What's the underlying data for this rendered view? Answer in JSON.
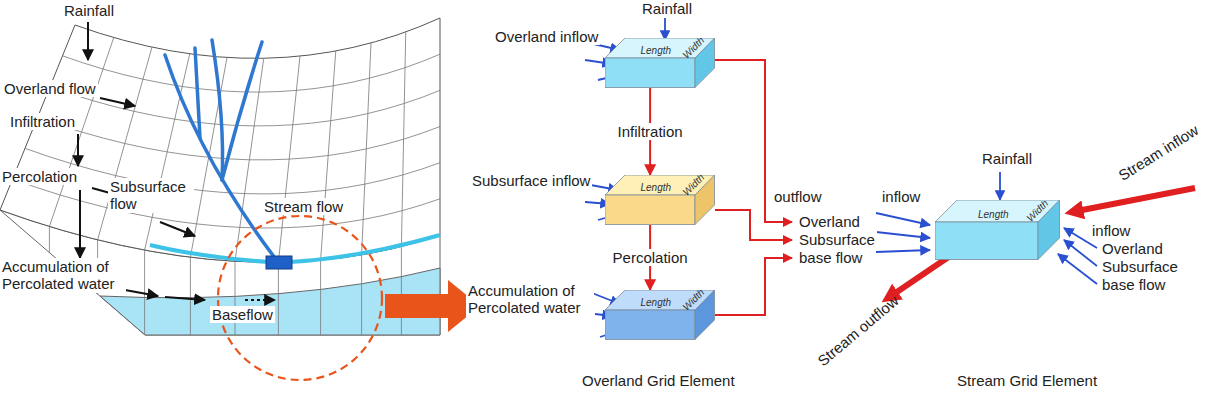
{
  "diagram": {
    "nodes": [
      {
        "text": [
          "Length",
          "Width"
        ]
      },
      {
        "text": [
          "Length",
          "Width"
        ]
      },
      {
        "text": [
          "Length",
          "Width"
        ]
      },
      {
        "text": [
          "Length",
          "Width"
        ]
      }
    ],
    "edges": [
      {
        "from": 0,
        "to": 1,
        "arrow": "to",
        "label": "Infiltration"
      },
      {
        "from": 1,
        "to": 2,
        "arrow": "to",
        "label": "Percolation"
      }
    ],
    "labels": [
      "Rainfall",
      "Overland flow",
      "Infiltration",
      "Stream flow",
      "Percolation",
      "Subsurface flow",
      "Accumulation of Percolated water",
      "Baseflow",
      "Rainfall",
      "Overland inflow",
      "Subsurface inflow",
      "Accumulation of Percolated water",
      "outflow",
      "Overland",
      "Subsurface",
      "base flow",
      "inflow",
      "Overland Grid Element",
      "Rainfall",
      "Stream inflow",
      "inflow",
      "Overland",
      "Subsurface",
      "base flow",
      "Stream outflow",
      "Stream Grid Element"
    ]
  }
}
